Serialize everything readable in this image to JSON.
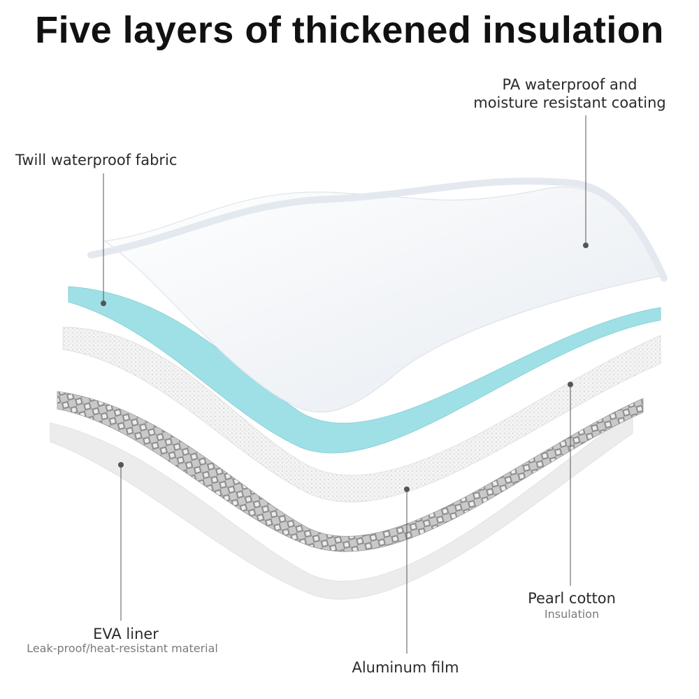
{
  "title": "Five layers of thickened insulation",
  "layers": {
    "pa_coating": {
      "label_line1": "PA waterproof and",
      "label_line2": "moisture resistant coating"
    },
    "twill_fabric": {
      "label": "Twill waterproof fabric"
    },
    "pearl_cotton": {
      "label": "Pearl cotton",
      "sub": "Insulation"
    },
    "eva_liner": {
      "label": "EVA liner",
      "sub": "Leak-proof/heat-resistant material"
    },
    "aluminum_film": {
      "label": "Aluminum film"
    }
  },
  "colors": {
    "twill": "#9fe0e6",
    "panel": "#f2f5f9",
    "foam": "#f0f0f0",
    "foil": "#b8b8b8",
    "leader": "#555555"
  }
}
